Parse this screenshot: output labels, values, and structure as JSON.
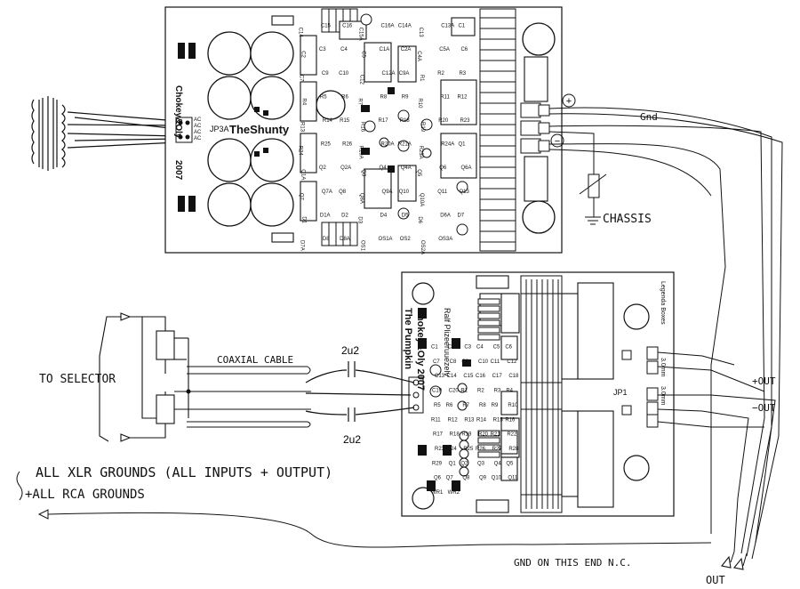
{
  "shunty_board": {
    "title": "TheShunty",
    "credit": "Chokey&Oly",
    "year": "2007",
    "terminal_labels": [
      "AC",
      "AC",
      "AC",
      "AC"
    ],
    "jumper": "JP3A",
    "parts": [
      "C14",
      "C15",
      "C16",
      "C15A",
      "C16A",
      "C14A",
      "C13",
      "C13A",
      "C1",
      "C2",
      "C3",
      "C4",
      "C5",
      "C1A",
      "C2A",
      "C4A",
      "C5A",
      "C6",
      "C7",
      "C9",
      "C10",
      "C12",
      "C12A",
      "C9A",
      "R1",
      "R2",
      "R3",
      "R4",
      "R5",
      "R6",
      "R7",
      "R8",
      "R9",
      "R10",
      "R11",
      "R12",
      "R13",
      "R14",
      "R15",
      "R16",
      "R17",
      "R18",
      "R19",
      "R20",
      "R23",
      "R24",
      "R25",
      "R26",
      "R19A",
      "R20A",
      "R21A",
      "R23A",
      "R24A",
      "Q1",
      "Q1A",
      "Q2",
      "Q2A",
      "Q3",
      "Q4",
      "Q4A",
      "Q5",
      "Q6",
      "Q6A",
      "Q7",
      "Q7A",
      "Q8",
      "Q8A",
      "Q9A",
      "Q10",
      "Q10A",
      "Q11",
      "Q13",
      "D1",
      "D1A",
      "D2",
      "D3",
      "D4",
      "D5",
      "D6",
      "D6A",
      "D7",
      "D7A",
      "D8",
      "D8A",
      "OS1",
      "OS1A",
      "OS2",
      "OS2A",
      "OS3A"
    ]
  },
  "pumpkin_board": {
    "title": "The Pumpkin",
    "credit": "Chokey&Oly 2007",
    "mirror_note": "Ralf Plizeeruuezelv",
    "legend": "Legenda Boxes",
    "jp": "JP1",
    "out_pins": [
      "3.0mm",
      "3.0mm"
    ],
    "parts": [
      "C1",
      "C2",
      "C3",
      "C4",
      "C5",
      "C6",
      "C7",
      "C8",
      "C9",
      "C10",
      "C11",
      "C12",
      "C13",
      "C14",
      "C15",
      "C16",
      "C17",
      "C18",
      "C19",
      "C20",
      "R1",
      "R2",
      "R3",
      "R4",
      "R5",
      "R6",
      "R7",
      "R8",
      "R9",
      "R10",
      "R11",
      "R12",
      "R13",
      "R14",
      "R15",
      "R16",
      "R17",
      "R18",
      "R19",
      "R20",
      "R21",
      "R22",
      "R23",
      "R24",
      "R25",
      "R26",
      "R27",
      "R28",
      "R29",
      "Q1",
      "Q2",
      "Q3",
      "Q4",
      "Q5",
      "Q6",
      "Q7",
      "Q8",
      "Q9",
      "Q10",
      "Q11",
      "WR1",
      "WR2"
    ]
  },
  "annotations": {
    "plus": "+",
    "minus": "−",
    "gnd": "Gnd",
    "chassis": "CHASSIS",
    "to_selector": "TO SELECTOR",
    "coaxial": "COAXIAL CABLE",
    "cap_top": "2u2",
    "cap_bottom": "2u2",
    "plus_out": "+OUT",
    "minus_out": "−OUT",
    "xlr_line1": "ALL XLR GROUNDS (ALL INPUTS + OUTPUT)",
    "xlr_line2": "+ALL RCA GROUNDS",
    "gnd_note": "GND ON THIS END N.C.",
    "out": "OUT"
  }
}
